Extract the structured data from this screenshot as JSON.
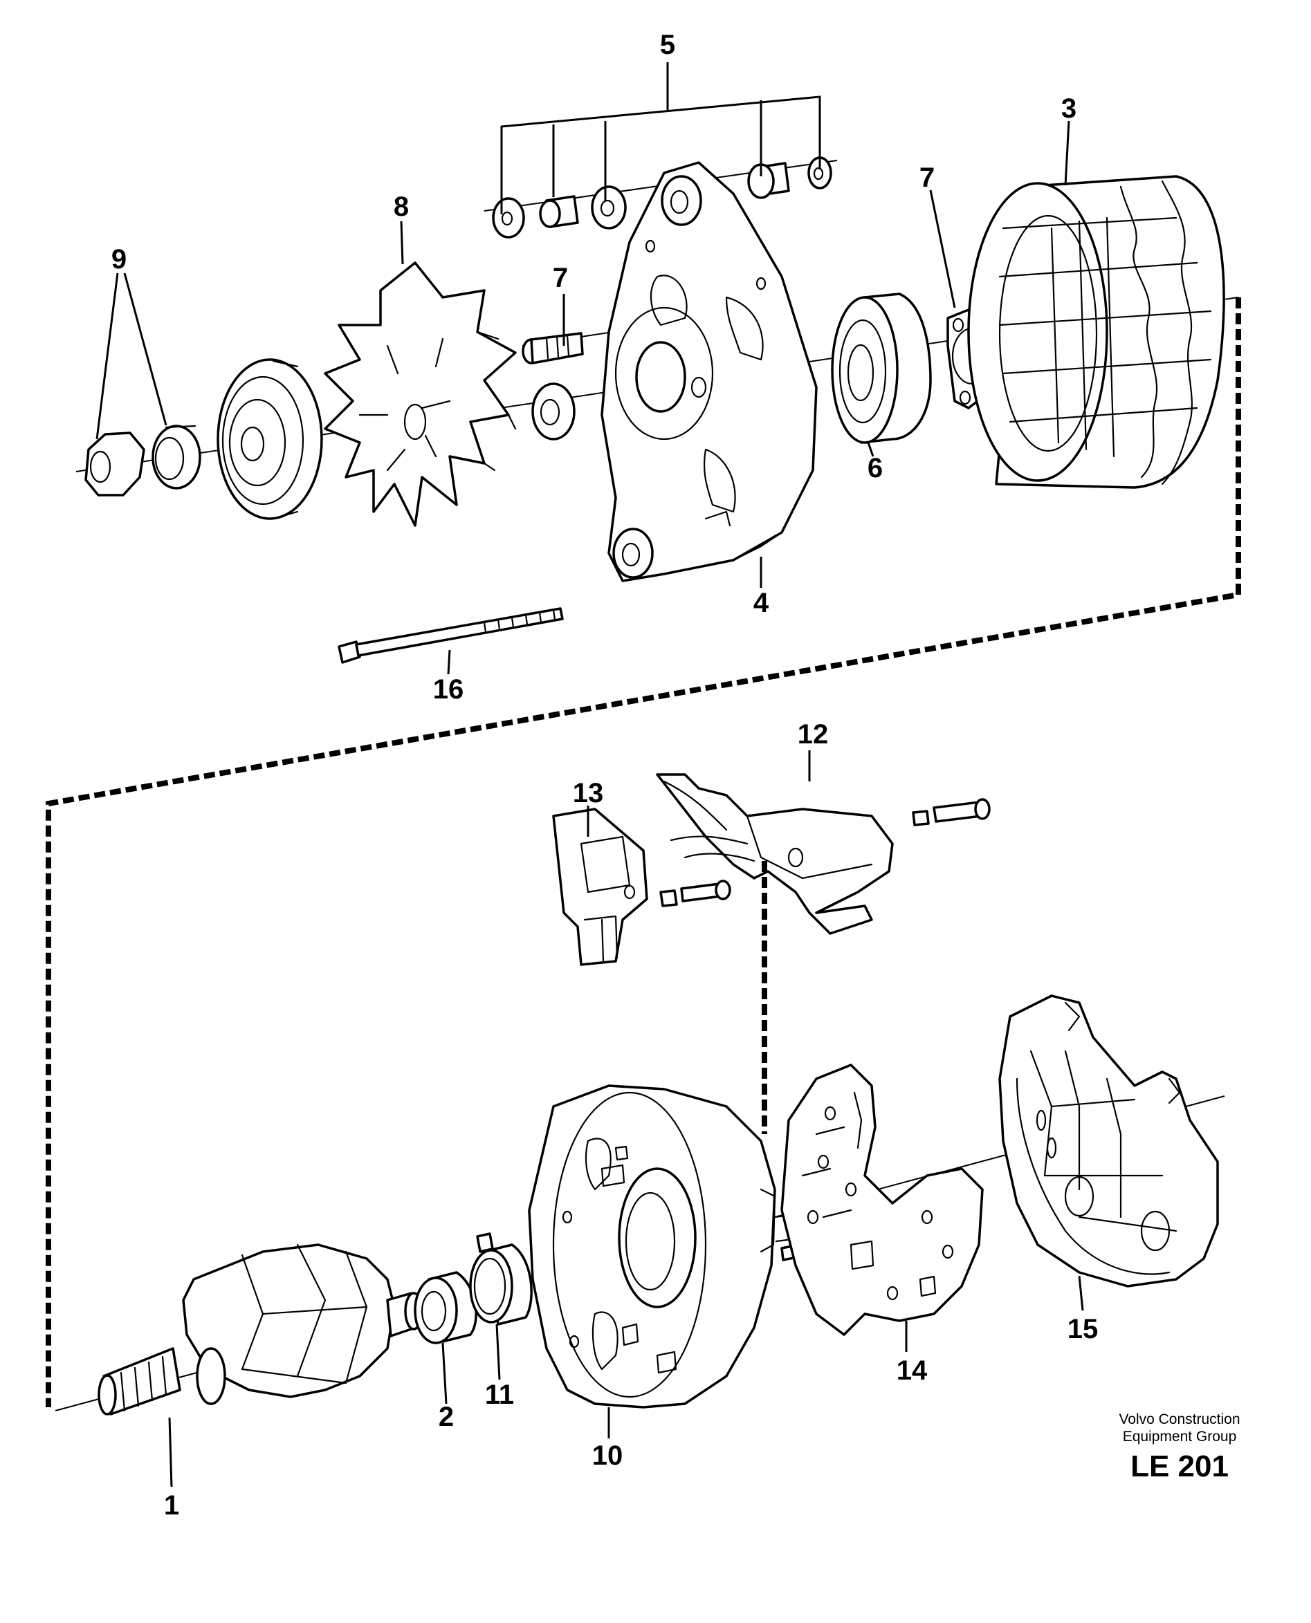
{
  "callouts": {
    "c1": "1",
    "c2": "2",
    "c3": "3",
    "c4": "4",
    "c5": "5",
    "c6": "6",
    "c7a": "7",
    "c7b": "7",
    "c8": "8",
    "c9": "9",
    "c10": "10",
    "c11": "11",
    "c12": "12",
    "c13": "13",
    "c14": "14",
    "c15": "15",
    "c16": "16"
  },
  "credit": {
    "line1": "Volvo Construction",
    "line2": "Equipment Group",
    "code": "LE 201"
  }
}
